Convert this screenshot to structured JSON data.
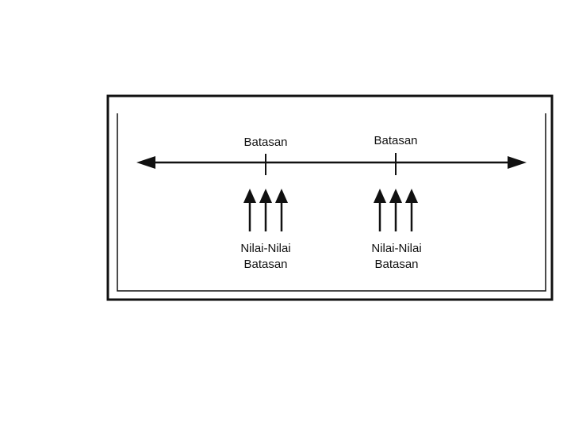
{
  "diagram": {
    "boundary_markers": [
      {
        "label": "Batasan"
      },
      {
        "label": "Batasan"
      }
    ],
    "value_groups": [
      {
        "line1": "Nilai-Nilai",
        "line2": "Batasan",
        "arrow_count": 3
      },
      {
        "line1": "Nilai-Nilai",
        "line2": "Batasan",
        "arrow_count": 3
      }
    ],
    "colors": {
      "ink": "#111111",
      "background": "#ffffff"
    }
  }
}
